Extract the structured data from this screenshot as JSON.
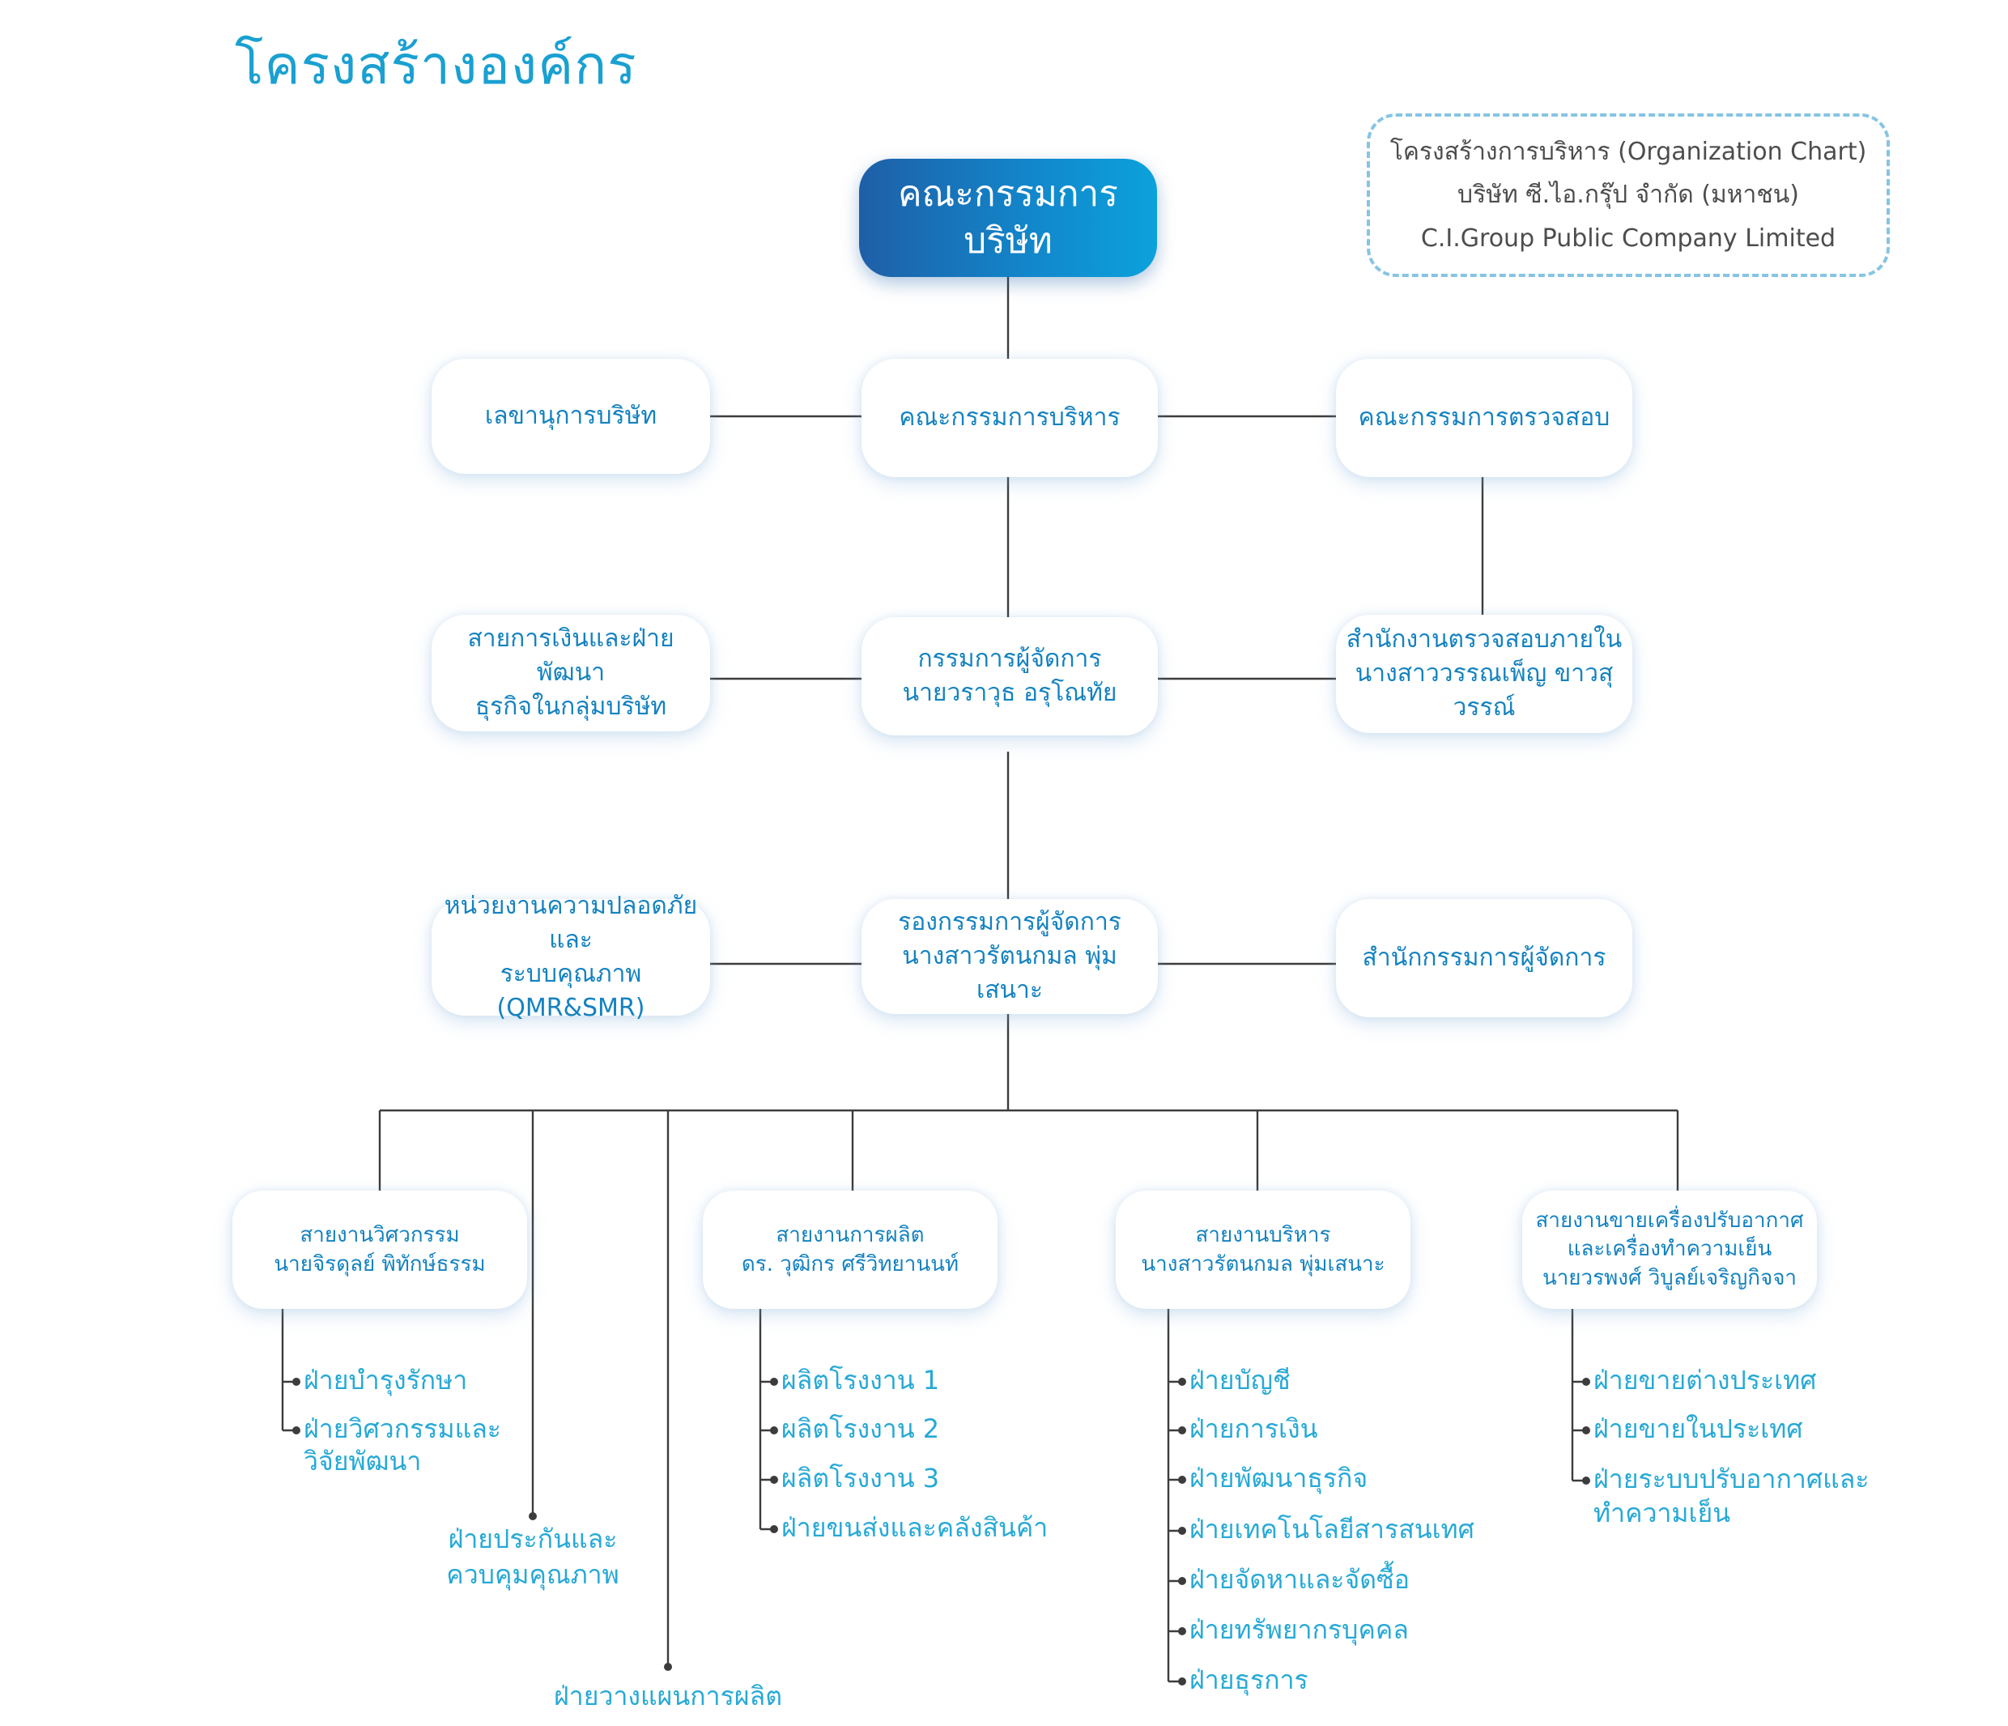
{
  "title": "โครงสร้างองค์กร",
  "info": {
    "line1": "โครงสร้างการบริหาร (Organization Chart)",
    "line2": "บริษัท ซี.ไอ.กรุ๊ป จำกัด (มหาชน)",
    "line3": "C.I.Group Public Company Limited"
  },
  "board": {
    "line1": "คณะกรรมการ",
    "line2": "บริษัท"
  },
  "row1": {
    "secretary": "เลขานุการบริษัท",
    "executive": "คณะกรรมการบริหาร",
    "audit": "คณะกรรมการตรวจสอบ"
  },
  "row2": {
    "finance": {
      "line1": "สายการเงินและฝ่ายพัฒนา",
      "line2": "ธุรกิจในกลุ่มบริษัท"
    },
    "md": {
      "line1": "กรรมการผู้จัดการ",
      "line2": "นายวราวุธ อรุโณทัย"
    },
    "internal_audit": {
      "line1": "สำนักงานตรวจสอบภายใน",
      "line2": "นางสาววรรณเพ็ญ ขาวสุวรรณ์"
    }
  },
  "row3": {
    "qmr": {
      "line1": "หน่วยงานความปลอดภัยและ",
      "line2": "ระบบคุณภาพ (QMR&SMR)"
    },
    "deputy": {
      "line1": "รองกรรมการผู้จัดการ",
      "line2": "นางสาวรัตนกมล พุ่มเสนาะ"
    },
    "md_office": "สำนักกรรมการผู้จัดการ"
  },
  "divisions": {
    "engineering": {
      "line1": "สายงานวิศวกรรม",
      "line2": "นายจิรดุลย์ พิทักษ์ธรรม",
      "items": [
        "ฝ่ายบำรุงรักษา",
        "ฝ่ายวิศวกรรมและ",
        "วิจัยพัฒนา"
      ]
    },
    "production": {
      "line1": "สายงานการผลิต",
      "line2": "ดร. วุฒิกร ศรีวิทยานนท์",
      "items": [
        "ผลิตโรงงาน 1",
        "ผลิตโรงงาน 2",
        "ผลิตโรงงาน 3",
        "ฝ่ายขนส่งและคลังสินค้า"
      ]
    },
    "admin": {
      "line1": "สายงานบริหาร",
      "line2": "นางสาวรัตนกมล พุ่มเสนาะ",
      "items": [
        "ฝ่ายบัญชี",
        "ฝ่ายการเงิน",
        "ฝ่ายพัฒนาธุรกิจ",
        "ฝ่ายเทคโนโลยีสารสนเทศ",
        "ฝ่ายจัดหาและจัดซื้อ",
        "ฝ่ายทรัพยากรบุคคล",
        "ฝ่ายธุรการ"
      ]
    },
    "sales": {
      "line1": "สายงานขายเครื่องปรับอากาศ",
      "line2": "และเครื่องทำความเย็น",
      "line3": "นายวรพงศ์ วิบูลย์เจริญกิจจา",
      "items": [
        "ฝ่ายขายต่างประเทศ",
        "ฝ่ายขายในประเทศ",
        "ฝ่ายระบบปรับอากาศและ",
        "ทำความเย็น"
      ]
    }
  },
  "standalone": {
    "qa": {
      "line1": "ฝ่ายประกันและ",
      "line2": "ควบคุมคุณภาพ"
    },
    "planning": "ฝ่ายวางแผนการผลิต"
  },
  "colors": {
    "title": "#1aa0d1",
    "box_text": "#1482c0",
    "item_text": "#27a9d6",
    "line": "#3c3c3c",
    "board_from": "#1e5fa7",
    "board_to": "#0ba2dc",
    "dash": "#86c4e4"
  }
}
